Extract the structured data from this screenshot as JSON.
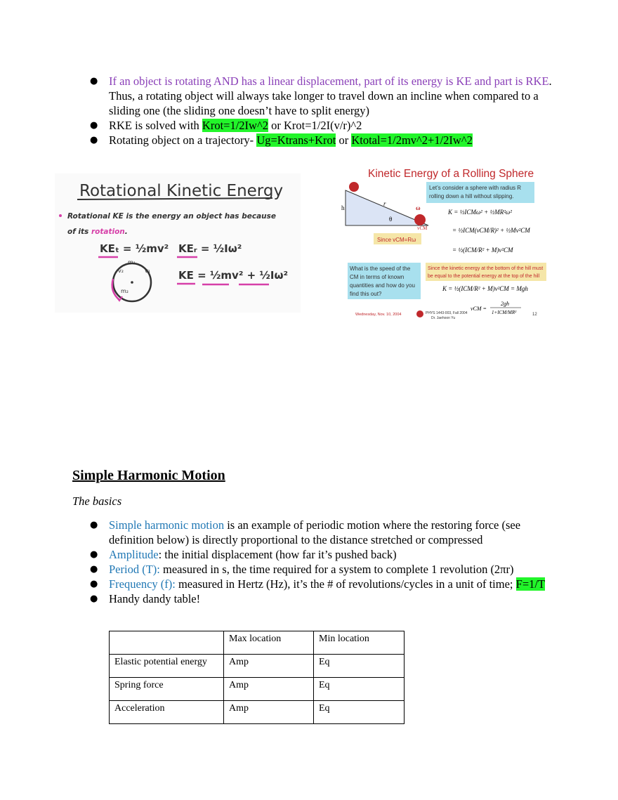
{
  "top_bullets": [
    {
      "purple": "If an object is rotating AND has a linear displacement, part of its energy is KE and part is RKE",
      "rest": ". Thus, a rotating object will always take longer to travel down an incline when compared to a sliding one (the sliding one doesn’t have to split energy)"
    },
    {
      "pre": "RKE is solved with ",
      "hl1": "Krot=1/2Iw^2",
      "post": " or Krot=1/2I(v/r)^2"
    },
    {
      "pre": "Rotating object on a trajectory- ",
      "hl1": "Ug=Ktrans+Krot",
      "mid": " or ",
      "hl2": "Ktotal=1/2mv^2+1/2Iw^2"
    }
  ],
  "rke_image": {
    "title": "Rotational Kinetic Energy",
    "line1": "Rotational KE is the energy an object has because",
    "line2_pre": "of its ",
    "line2_hl": "rotation",
    "line2_post": ".",
    "ke_t": "KEₜ = ½mv²",
    "ke_r": "KEᵣ = ½Iω²",
    "ke_total": "KE = ½mv² + ½Iω²",
    "m1": "m₁",
    "m2": "m₂",
    "v1": "v₁",
    "v2": "v₂"
  },
  "roll_image": {
    "title": "Kinetic Energy of a Rolling Sphere",
    "box1": "Let’s consider a sphere with radius R rolling down a hill without slipping.",
    "h": "h",
    "r": "r",
    "theta": "θ",
    "omega": "ω",
    "vcm": "vCM",
    "since": "Since vCM=Rω",
    "eq1": "K = ½ICMω² + ½MR²ω²",
    "eq2": "= ½ICM(vCM/R)² + ½Mv²CM",
    "eq3": "= ½(ICM/R² + M)v²CM",
    "box2": "What is the speed of the CM in terms of known quantities and how do you find this out?",
    "box3": "Since the kinetic energy at the bottom of the hill must be equal to the potential energy at the top of the hill",
    "eq4": "K = ½(ICM/R² + M)v²CM = Mgh",
    "eq5_lhs": "vCM =",
    "eq5_num": "2gh",
    "eq5_den": "1+ICM/MR²",
    "footer_date": "Wednesday, Nov. 10, 2004",
    "footer_course": "PHYS 1443-003, Fall 2004",
    "footer_name": "Dr. Jaehoon Yu",
    "page_num": "12"
  },
  "section_title": "Simple Harmonic Motion",
  "subtitle": "The basics",
  "bottom_bullets": [
    {
      "blue": "Simple harmonic motion",
      "rest": " is an example of periodic motion where the restoring force (see definition below) is directly proportional to the distance stretched or compressed"
    },
    {
      "blue": "Amplitude",
      "rest": ": the initial displacement (how far it’s pushed back)"
    },
    {
      "blue": "Period (T):",
      "rest": " measured in s, the time required for a system to complete 1 revolution (2πr)"
    },
    {
      "blue": "Frequency (f):",
      "rest": " measured in Hertz (Hz), it’s the # of revolutions/cycles in a unit of time; ",
      "hl": "F=1/T"
    },
    {
      "rest": "Handy dandy table!"
    }
  ],
  "table": {
    "header": [
      "",
      "Max location",
      "Min location"
    ],
    "rows": [
      [
        "Elastic potential energy",
        "Amp",
        "Eq"
      ],
      [
        "Spring force",
        "Amp",
        "Eq"
      ],
      [
        "Acceleration",
        "Amp",
        "Eq"
      ]
    ]
  },
  "colors": {
    "purple_text": "#8a3fb8",
    "blue_text": "#1f77b4",
    "highlight": "#22f52a",
    "slide_title_red": "#c0282b",
    "rke_pink": "#d63fa8"
  }
}
